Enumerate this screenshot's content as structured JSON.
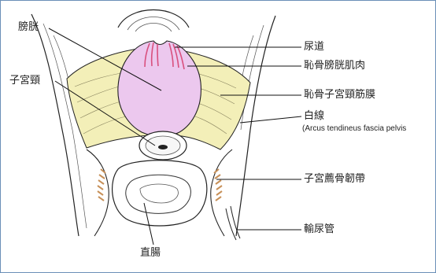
{
  "diagram": {
    "labels": {
      "bladder": "膀胱",
      "cervix": "子宮頸",
      "urethra": "尿道",
      "pubovesical_muscle": "恥骨膀胱肌肉",
      "pubocervical_fascia": "恥骨子宮頸筋膜",
      "white_line": "白線",
      "white_line_latin": "(Arcus tendineus fascia pelvis",
      "uterosacral_ligament": "子宮薦骨韌帶",
      "ureter": "輸尿管",
      "rectum": "直腸"
    },
    "colors": {
      "fascia": "#f3efb8",
      "bladder": "#ecc8ee",
      "muscle_pink": "#d9507e",
      "ligament": "#c79058",
      "line": "#222222",
      "frame": "#6b8fb8"
    }
  }
}
